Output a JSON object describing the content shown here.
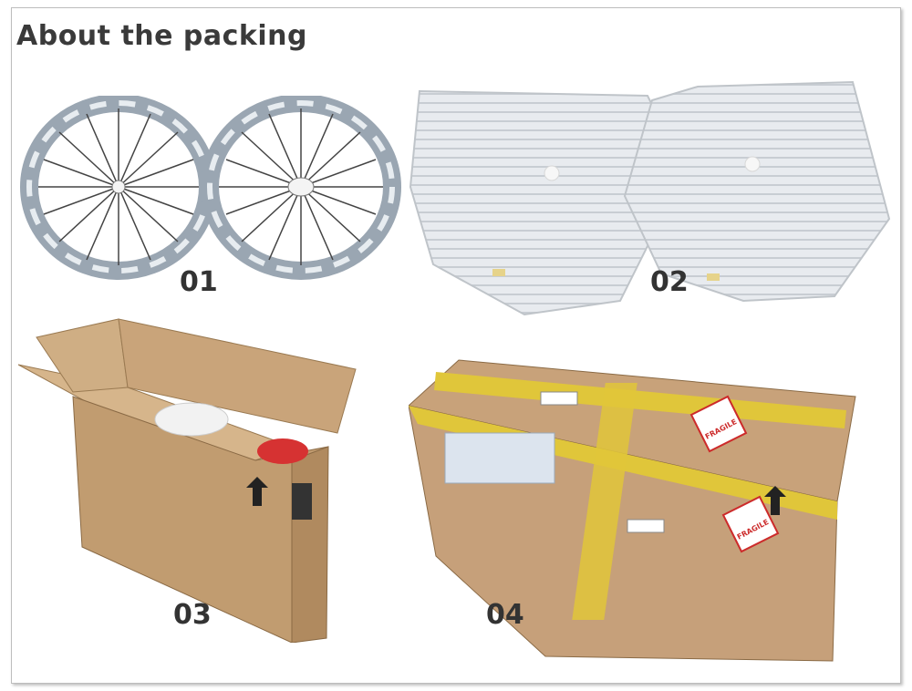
{
  "title": "About the packing",
  "steps": [
    {
      "number": "01",
      "image": "two-wheels-wrapped-image"
    },
    {
      "number": "02",
      "image": "wheels-in-bubble-bags-image"
    },
    {
      "number": "03",
      "image": "open-cardboard-box-image"
    },
    {
      "number": "04",
      "image": "sealed-taped-box-image"
    }
  ],
  "box_labels": {
    "fragile": "FRAGILE"
  },
  "colors": {
    "cardboard": "#c9a47a",
    "tape": "#e0c63a",
    "rim": "#8e9aa6"
  }
}
